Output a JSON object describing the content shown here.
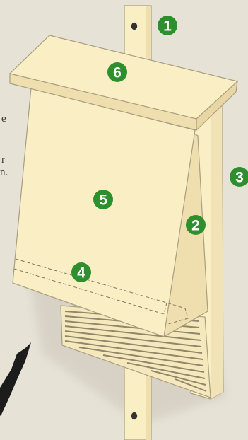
{
  "parts": [
    {
      "number": "1",
      "name": "part-1"
    },
    {
      "number": "2",
      "name": "part-2"
    },
    {
      "number": "3",
      "name": "part-3"
    },
    {
      "number": "4",
      "name": "part-4"
    },
    {
      "number": "5",
      "name": "part-5"
    },
    {
      "number": "6",
      "name": "part-6"
    }
  ],
  "cropped_text": [
    "e",
    "r",
    "n."
  ],
  "colors": {
    "background": "#e6e2d6",
    "wood": "#faeec4",
    "wood_shade": "#efdfae",
    "outline": "#a89e80",
    "badge": "#2f8f2e"
  },
  "icons": [
    "bat-wing-icon",
    "mounting-hole-icon"
  ]
}
